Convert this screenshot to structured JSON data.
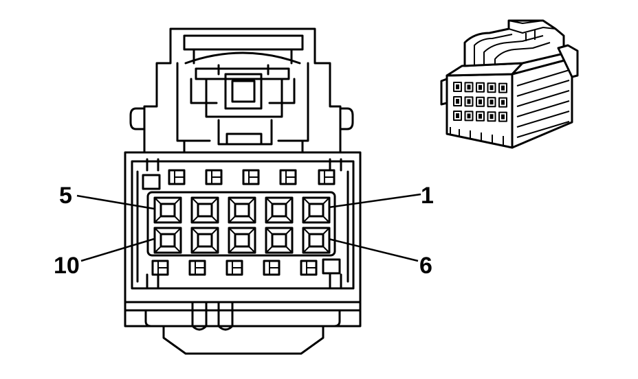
{
  "pin_labels": {
    "top_left": "5",
    "top_right": "1",
    "bottom_left": "10",
    "bottom_right": "6"
  },
  "colors": {
    "stroke": "#000000",
    "background": "#ffffff"
  }
}
